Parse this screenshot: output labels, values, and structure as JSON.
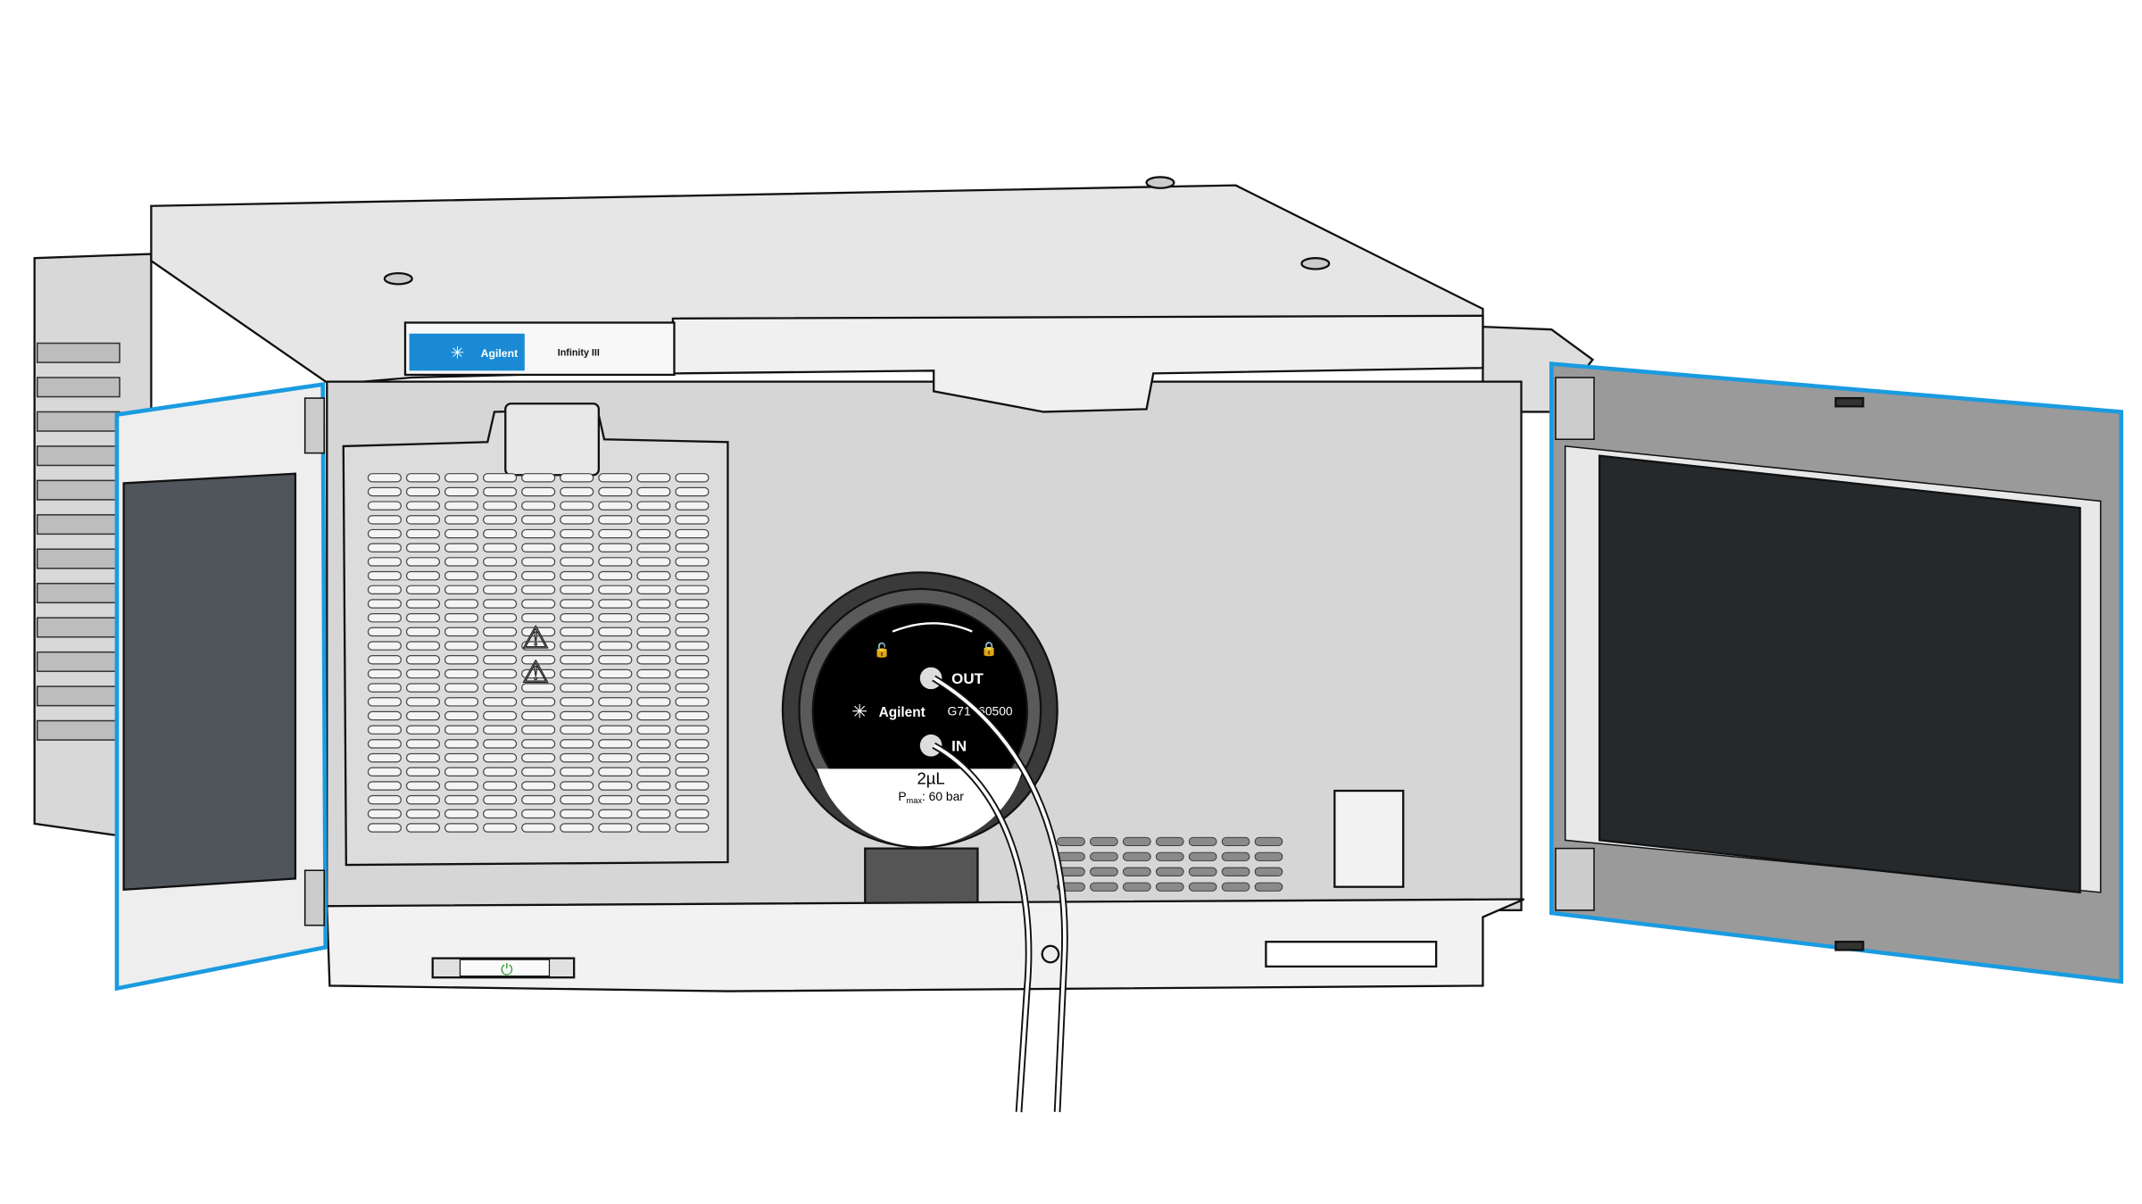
{
  "module_label": {
    "brand": "Agilent",
    "model": "Infinity III"
  },
  "flow_cell": {
    "outlet_label": "OUT",
    "inlet_label": "IN",
    "brand": "Agilent",
    "part_number": "G71  -60500",
    "volume": "2µL",
    "pressure_prefix": "P",
    "pressure_sub": "max",
    "pressure_value": ": 60 bar"
  },
  "colors": {
    "highlight": "#1a9be0",
    "brand_blue": "#1a8ad4",
    "door_panel": "#26292c",
    "left_panel": "#50555c"
  }
}
